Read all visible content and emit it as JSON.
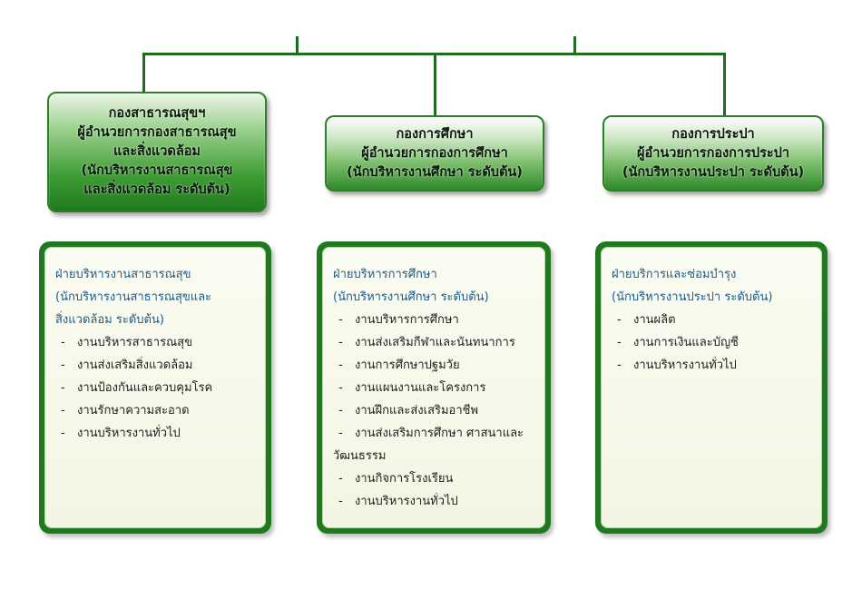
{
  "colors": {
    "connector": "#1f6b1f",
    "dept_border": "#1f7a1f",
    "dept_title_text": "#1c5a8a",
    "head_gradient_dark": "#2f8a2a"
  },
  "divisions": [
    {
      "head_lines": [
        "กองสาธารณสุขฯ",
        "ผู้อำนวยการกองสาธารณสุข",
        "และสิ่งแวดล้อม",
        "(นักบริหารงานสาธารณสุข",
        "และสิ่งแวดล้อม ระดับต้น)"
      ],
      "dept_title_lines": [
        "ฝ่ายบริหารงานสาธารณสุข",
        "(นักบริหารงานสาธารณสุขและ",
        "สิ่งแวดล้อม ระดับต้น)"
      ],
      "tasks": [
        [
          "งานบริหารสาธารณสุข"
        ],
        [
          "งานส่งเสริมสิ่งแวดล้อม"
        ],
        [
          "งานป้องกันและควบคุมโรค"
        ],
        [
          "งานรักษาความสะอาด"
        ],
        [
          "งานบริหารงานทั่วไป"
        ]
      ]
    },
    {
      "head_lines": [
        "กองการศึกษา",
        "ผู้อำนวยการกองการศึกษา",
        "(นักบริหารงานศึกษา ระดับต้น)"
      ],
      "dept_title_lines": [
        "ฝ่ายบริหารการศึกษา",
        "(นักบริหารงานศึกษา ระดับต้น)"
      ],
      "tasks": [
        [
          "งานบริหารการศึกษา"
        ],
        [
          "งานส่งเสริมกีฬาและนันทนาการ"
        ],
        [
          "งานการศึกษาปฐมวัย"
        ],
        [
          "งานแผนงานและโครงการ"
        ],
        [
          "งานฝึกและส่งเสริมอาชีพ"
        ],
        [
          "งานส่งเสริมการศึกษา ศาสนาและ",
          "วัฒนธรรม"
        ],
        [
          "งานกิจการโรงเรียน"
        ],
        [
          "งานบริหารงานทั่วไป"
        ]
      ]
    },
    {
      "head_lines": [
        "กองการประปา",
        "ผู้อำนวยการกองการประปา",
        "(นักบริหารงานประปา ระดับต้น)"
      ],
      "dept_title_lines": [
        "ฝ่ายบริการและซ่อมบำรุง",
        "(นักบริหารงานประปา ระดับต้น)"
      ],
      "tasks": [
        [
          "งานผลิต"
        ],
        [
          "งานการเงินและบัญชี"
        ],
        [
          "งานบริหารงานทั่วไป"
        ]
      ]
    }
  ]
}
